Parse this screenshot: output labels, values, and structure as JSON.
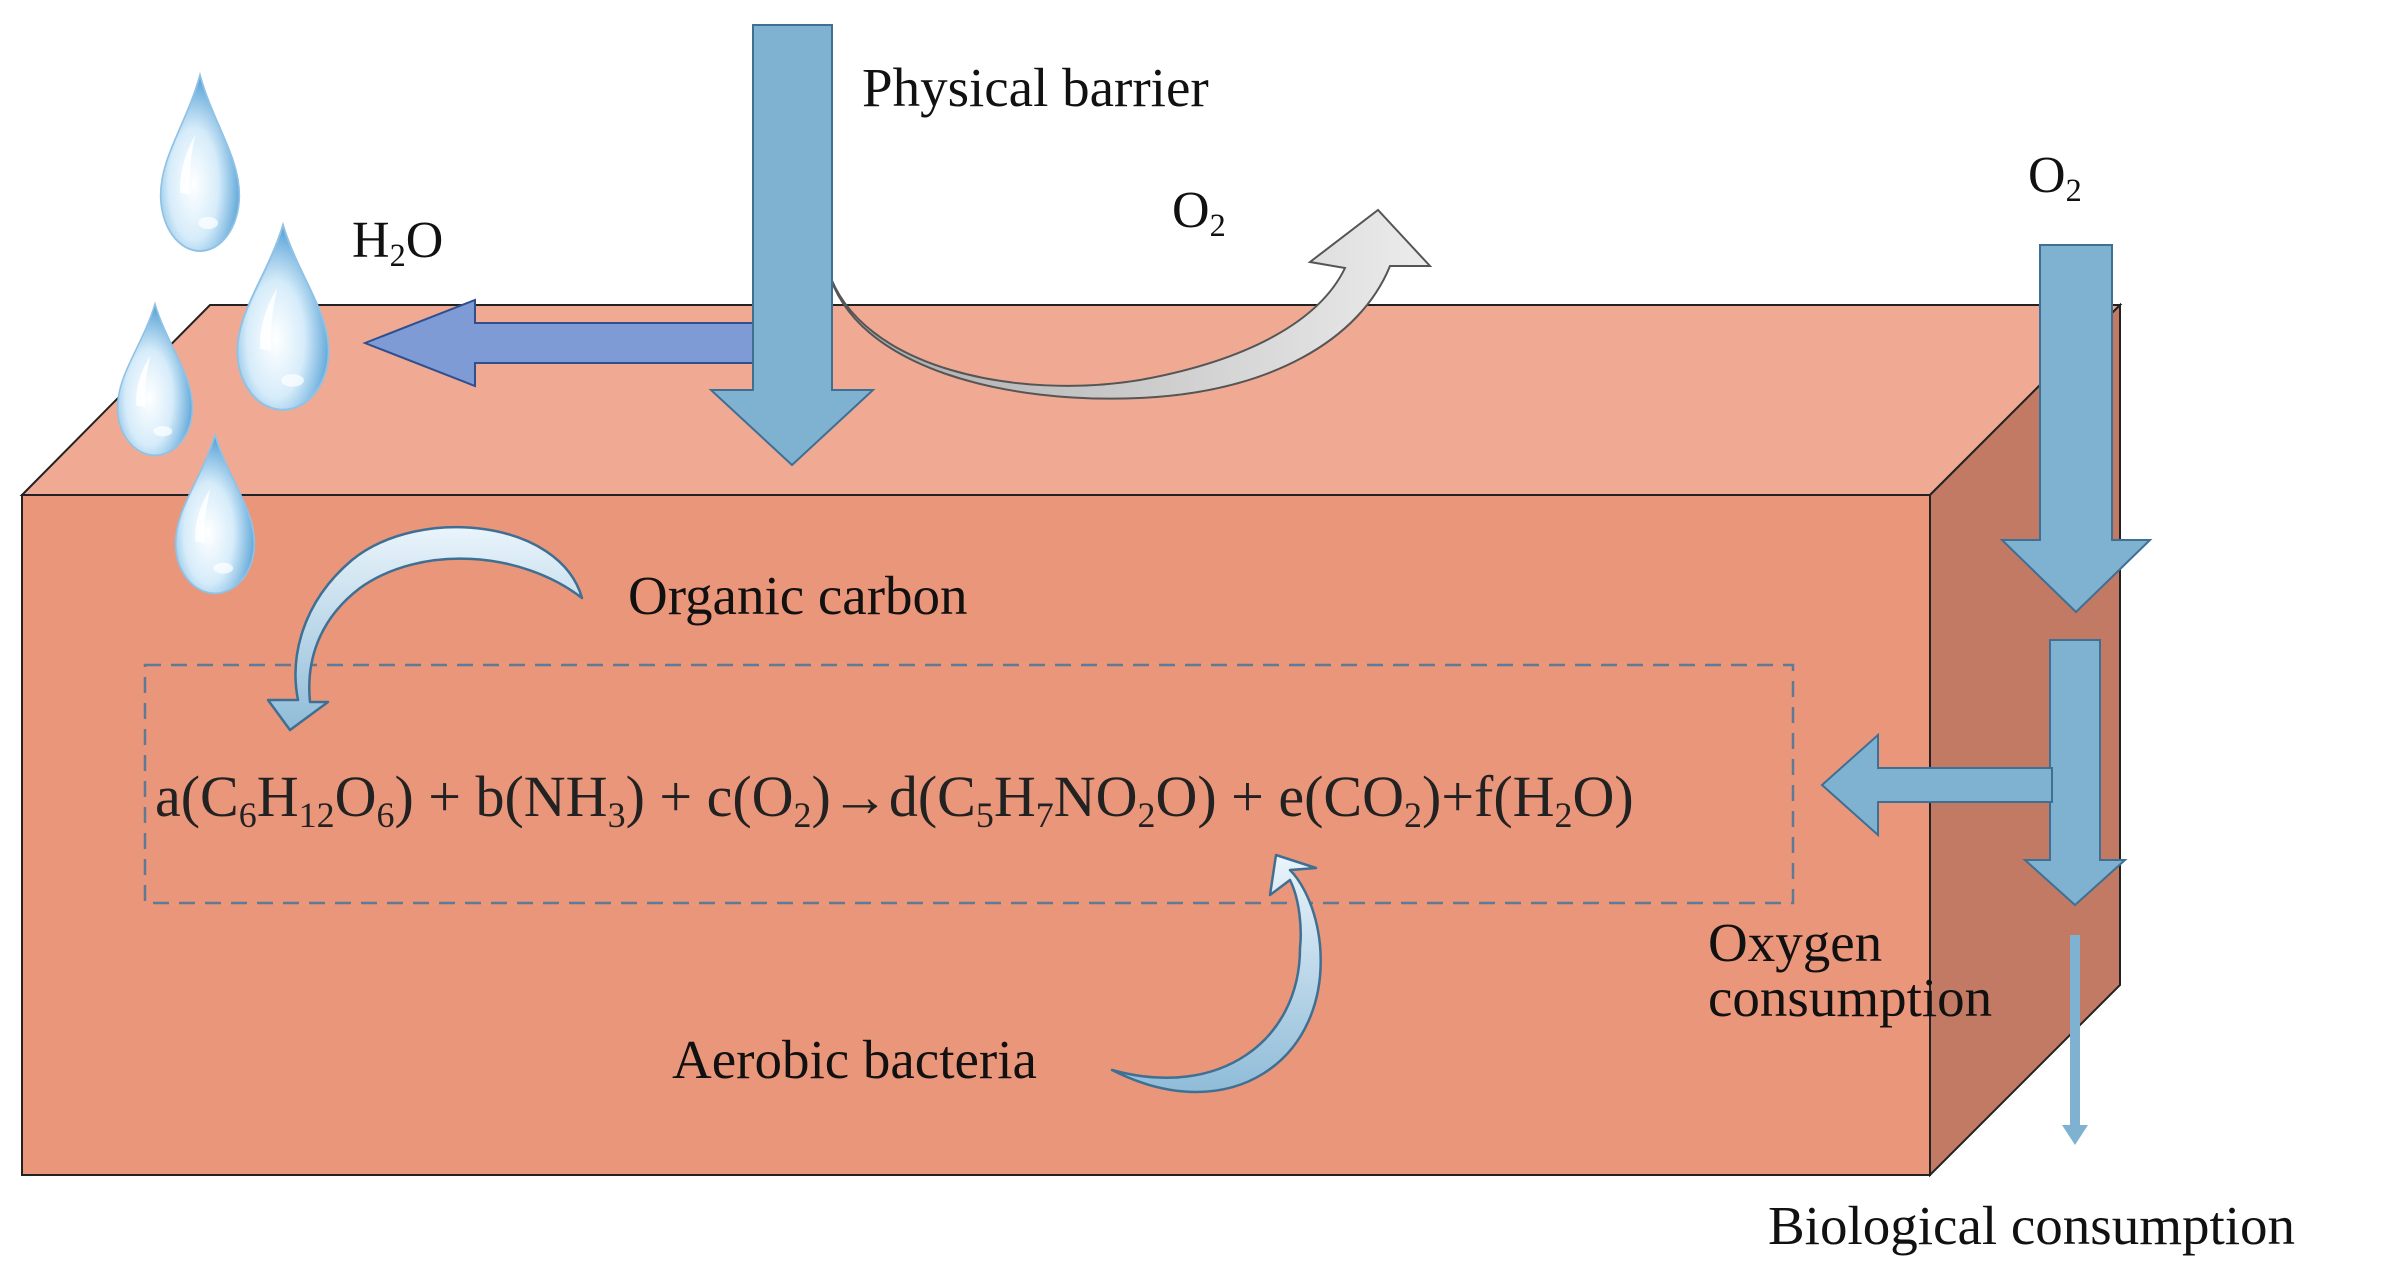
{
  "labels": {
    "physical_barrier": "Physical barrier",
    "water": {
      "base1": "H",
      "sub": "2",
      "base2": "O"
    },
    "o2_surface": {
      "base": "O",
      "sub": "2"
    },
    "o2_side": {
      "base": "O",
      "sub": "2"
    },
    "organic_carbon": "Organic carbon",
    "aerobic_bacteria": "Aerobic bacteria",
    "oxygen_consumption_1": "Oxygen",
    "oxygen_consumption_2": "consumption",
    "biological_consumption": "Biological consumption"
  },
  "equation": {
    "p1": "a(C",
    "s1": "6",
    "p2": "H",
    "s2": "12",
    "p3": "O",
    "s3": "6",
    "p4": ") + b(NH",
    "s4": "3",
    "p5": ") + c(O",
    "s5": "2",
    "p6": ")→d(C",
    "s6": "5",
    "p7": "H",
    "s7": "7",
    "p8": "NO",
    "s8": "2",
    "p9": "O) + e(CO",
    "s9": "2",
    "p10": ")+f(H",
    "s10": "2",
    "p11": "O)"
  },
  "colors": {
    "box_top": "#F0AA94",
    "box_front": "#EA967A",
    "box_side": "#C27A64",
    "blue_arrow": "#7FB2D0",
    "water_arrow": "#7F9BD6",
    "gray_arrow": "#D4D4D4",
    "dashed_box": "#5E7A94"
  },
  "icons": [
    "water-droplet-icon"
  ]
}
